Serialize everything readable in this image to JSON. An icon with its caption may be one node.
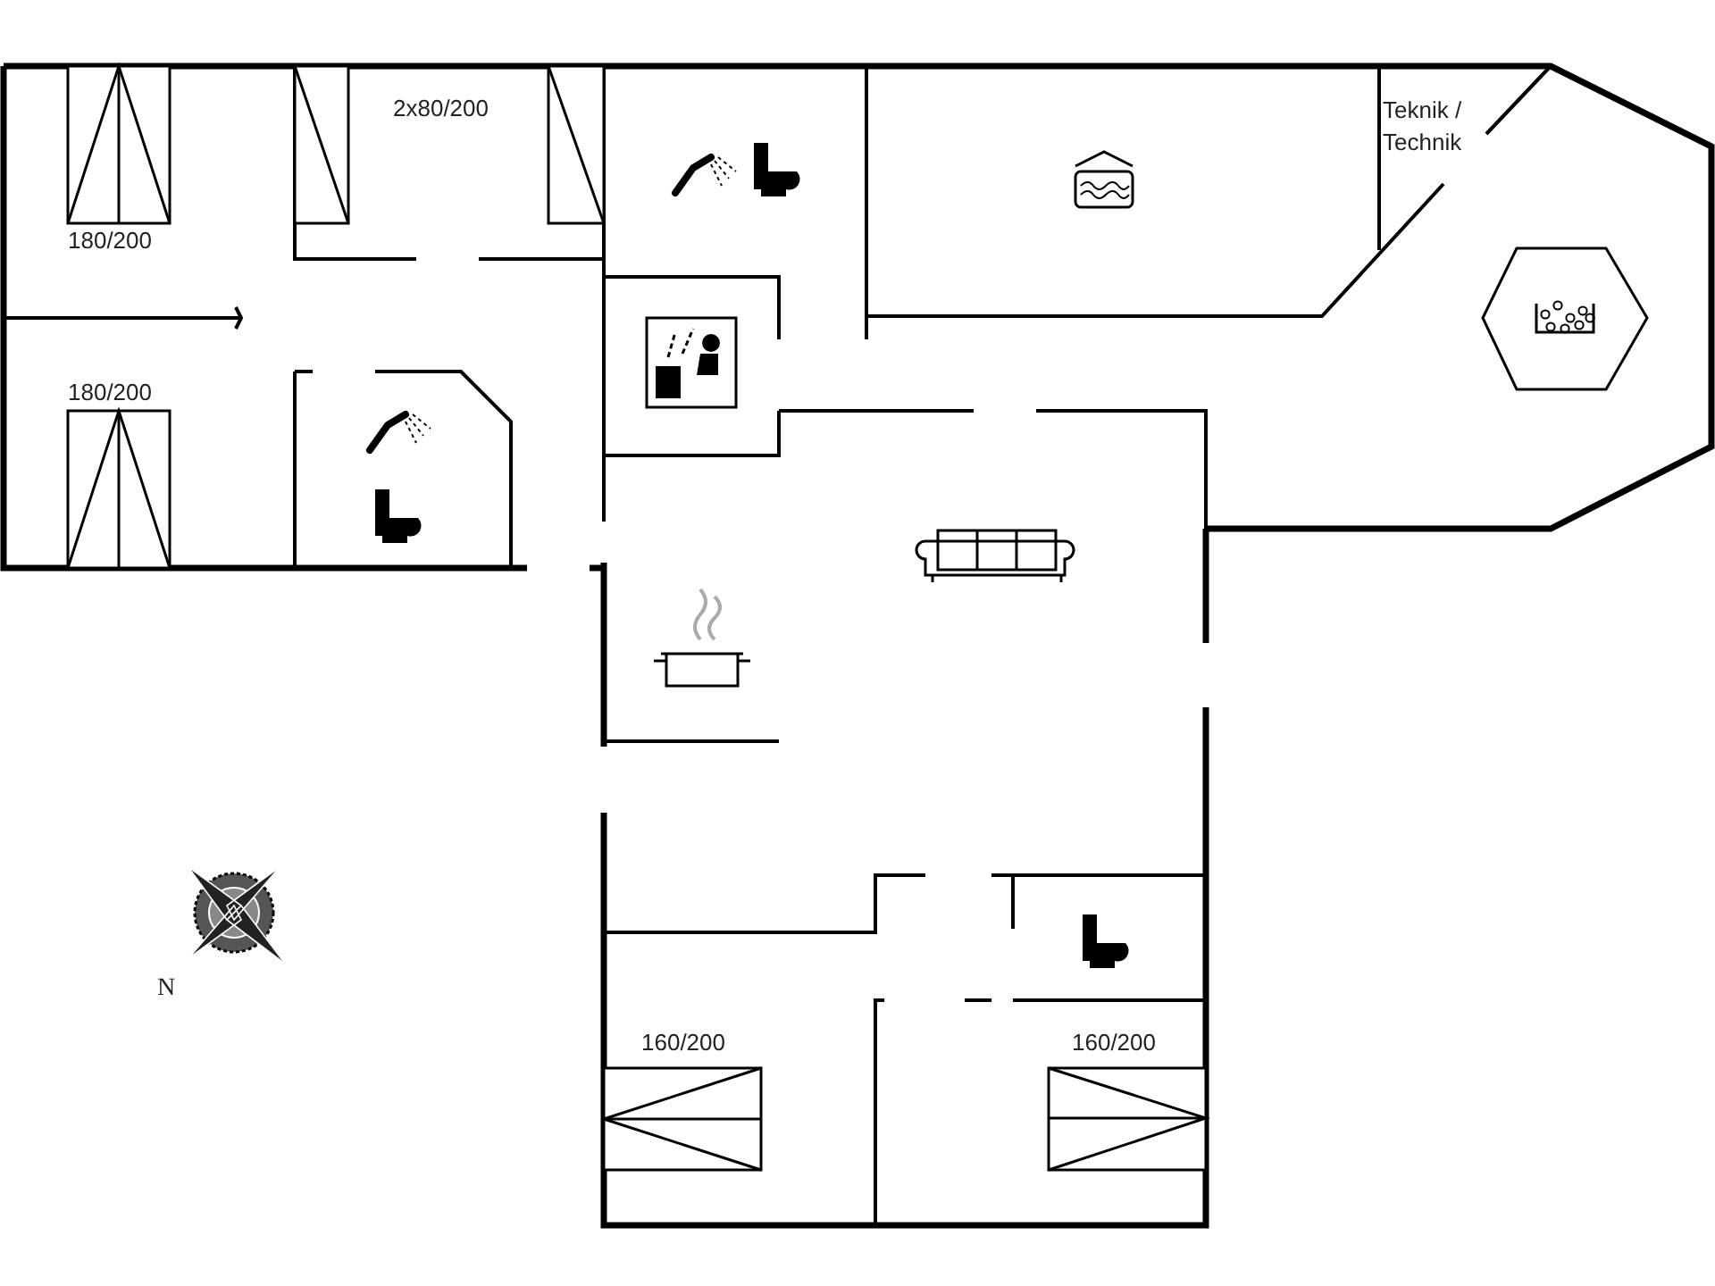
{
  "diagram": {
    "labels": [
      "2x80/200",
      "180/200",
      "180/200",
      "Teknik / Technik",
      "160/200",
      "160/200",
      "N"
    ]
  }
}
